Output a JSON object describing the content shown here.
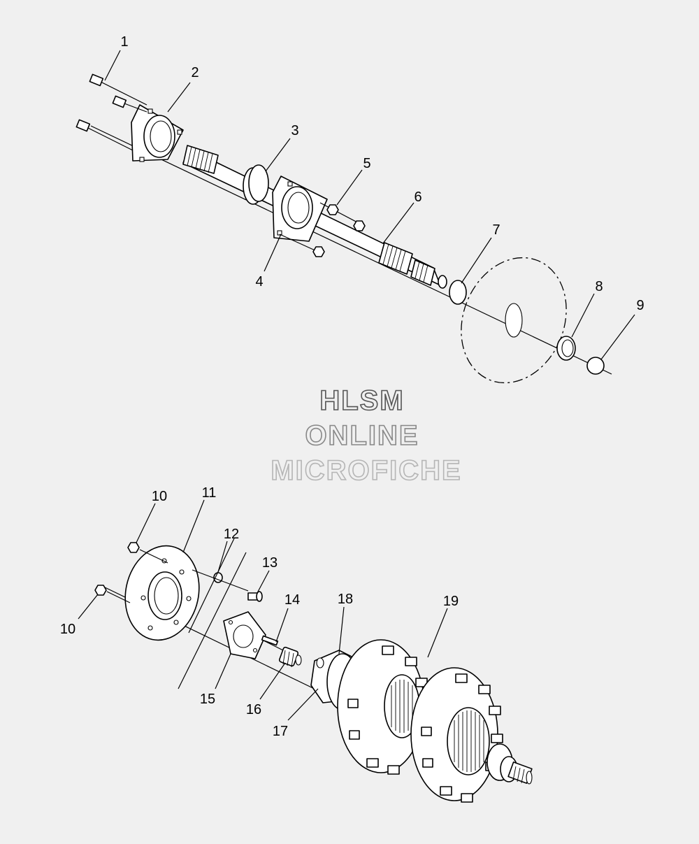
{
  "callouts": {
    "c1": "1",
    "c2": "2",
    "c3": "3",
    "c4": "4",
    "c5": "5",
    "c6": "6",
    "c7": "7",
    "c8": "8",
    "c9": "9",
    "c10a": "10",
    "c10b": "10",
    "c11": "11",
    "c12": "12",
    "c13": "13",
    "c14": "14",
    "c15": "15",
    "c16": "16",
    "c17": "17",
    "c18": "18",
    "c19": "19"
  },
  "watermark": {
    "line1": "HLSM",
    "line2": "ONLINE",
    "line3": "MICROFICHE",
    "color_line1": "#555555",
    "color_line2": "#888888",
    "color_line3": "#b5b5b5"
  },
  "colors": {
    "background": "#f0f0f0",
    "line": "#000000"
  }
}
